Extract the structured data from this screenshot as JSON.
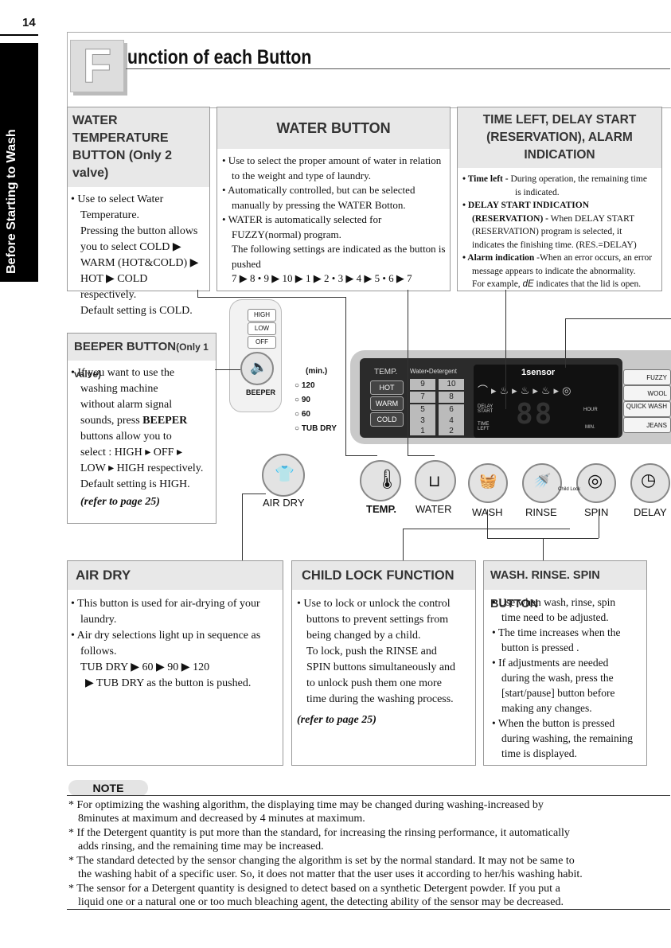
{
  "page": {
    "number": "14",
    "side_tab": "Before Starting to Wash",
    "title_initial": "F",
    "title_rest": "unction of each Button"
  },
  "water_temp": {
    "header1": "WATER TEMPERATURE",
    "header2": "BUTTON (Only 2 valve)",
    "lines": [
      "• Use to select Water",
      "Temperature.",
      "Pressing the button allows",
      "you to select  COLD  ▶",
      "WARM (HOT&COLD)  ▶",
      "HOT  ▶ COLD",
      "respectively.",
      "Default setting is COLD."
    ]
  },
  "water_button": {
    "header": "WATER BUTTON",
    "lines": [
      "• Use to select the proper amount of water in relation",
      "to the weight and type of laundry.",
      "• Automatically controlled, but can be selected",
      "manually by pressing the WATER Botton.",
      "• WATER is automatically selected for",
      "FUZZY(normal) program.",
      "The following settings are indicated as the button is",
      "pushed",
      "7 ▶ 8 • 9  ▶ 10  ▶ 1  ▶  2 • 3  ▶ 4  ▶ 5 • 6  ▶ 7"
    ]
  },
  "time_left": {
    "header1": "TIME LEFT, DELAY START",
    "header2": "(RESERVATION), ALARM INDICATION",
    "time_left_label": "• Time left -",
    "time_left_text": "During operation, the remaining time",
    "time_left_text2": "is indicated.",
    "delay_label": "• DELAY START INDICATION",
    "delay_label2": "(RESERVATION) -",
    "delay_text": "When DELAY START",
    "delay_text2": "(RESERVATION)  program is selected, it",
    "delay_text3": "indicates the finishing time. (RES.=DELAY)",
    "alarm_label": "• Alarm indication",
    "alarm_text": "-When an error occurs, an error",
    "alarm_text2": "message appears to indicate the abnormality.",
    "alarm_text3": "For example,",
    "alarm_code": "dE",
    "alarm_text4": "indicates that the lid is open."
  },
  "beeper": {
    "header": "BEEPER BUTTON",
    "header_note": "(Only 1 valve)",
    "lines": [
      "• If you want to use the",
      "washing machine",
      "without alarm signal",
      "sounds, press",
      "buttons allow you to",
      "select :  HIGH  ▸  OFF ▸",
      "LOW ▸ HIGH   respectively.",
      "Default setting is HIGH."
    ],
    "beeper_bold": "BEEPER",
    "refer": "(refer to page 25)"
  },
  "air_dry": {
    "header": "AIR DRY",
    "lines": [
      "• This button is used for air-drying of your",
      "laundry.",
      "• Air dry selections light up in sequence as",
      "follows.",
      "TUB DRY  ▶ 60  ▶ 90  ▶ 120",
      "▶ TUB DRY as the button is pushed."
    ]
  },
  "child_lock": {
    "header": "CHILD LOCK FUNCTION",
    "lines": [
      "• Use to lock or unlock the control",
      "buttons to prevent settings from",
      "being changed by a child.",
      "To lock, push the RINSE and",
      "SPIN buttons simultaneously and",
      "to unlock push them one more",
      "time during the washing process."
    ],
    "refer": "(refer to page 25)"
  },
  "wash_rinse": {
    "header": "WASH. RINSE. SPIN BUTTON",
    "lines": [
      "• Use when wash, rinse, spin",
      "time need to be adjusted.",
      "• The time increases when the",
      "button is pressed .",
      "• If adjustments are needed",
      "during the wash, press the",
      "[start/pause] button before",
      "making any changes.",
      "• When the button is  pressed",
      "during washing, the remaining",
      "time is displayed."
    ]
  },
  "panel": {
    "beeper_levels": [
      "HIGH",
      "LOW",
      "OFF"
    ],
    "beeper_label": "BEEPER",
    "min_label": "(min.)",
    "dry_options": [
      "120",
      "90",
      "60",
      "TUB DRY"
    ],
    "temp_title": "TEMP.",
    "temp_options": [
      "HOT",
      "WARM",
      "COLD"
    ],
    "water_title": "Water•Detergent",
    "water_levels": [
      "9",
      "10",
      "7",
      "8",
      "5",
      "6",
      "3",
      "4",
      "1",
      "2"
    ],
    "sensor": "1sensor",
    "delay_start": "DELAY START",
    "time_left": "TIME LEFT",
    "digits": "88",
    "hour": "HOUR",
    "min": "MIN.",
    "programs": [
      "FUZZY",
      "WOOL",
      "QUICK WASH",
      "JEANS"
    ],
    "buttons": [
      "AIR DRY",
      "TEMP.",
      "WATER",
      "WASH",
      "RINSE",
      "SPIN",
      "DELAY"
    ],
    "child_lock_small": "Child Lock"
  },
  "notes": {
    "title": "NOTE",
    "items": [
      [
        "* For optimizing the washing algorithm, the displaying time may be changed during washing-increased by",
        "8minutes at maximum and decreased by 4 minutes at maximum."
      ],
      [
        "* If the Detergent quantity is put more than the standard, for increasing the rinsing performance, it automatically",
        "adds rinsing, and the remaining time may be increased."
      ],
      [
        "* The standard detected by the sensor changing the algorithm is set by the normal standard. It may not be same to",
        "the washing habit of a specific user. So, it does not matter that the user uses it according to her/his washing habit."
      ],
      [
        "* The sensor for a Detergent quantity is designed to detect based on a synthetic Detergent powder. If you put a",
        "liquid one or a natural one or too much bleaching agent, the detecting ability of the sensor may be decreased."
      ]
    ]
  }
}
